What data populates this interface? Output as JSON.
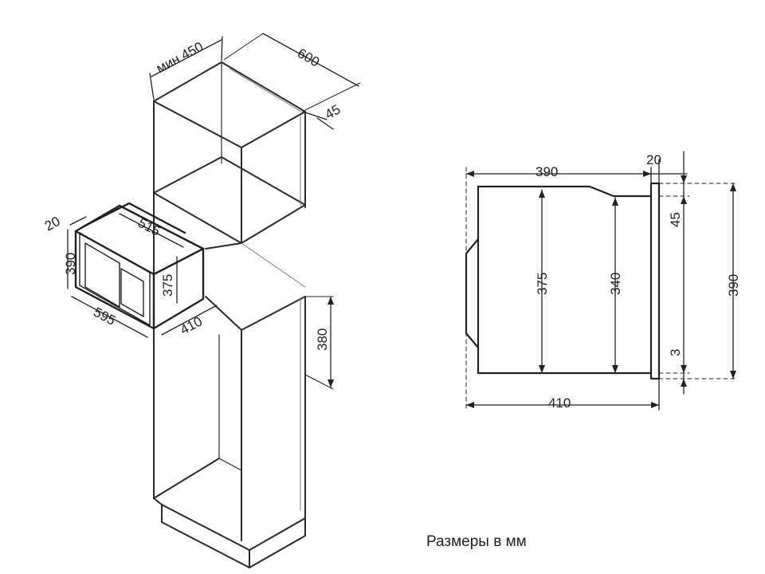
{
  "caption": "Размеры в мм",
  "cabinet_dims": {
    "min_depth": "мин 450",
    "width": "600",
    "panel": "45",
    "niche_height": "380",
    "niche_depth": "410"
  },
  "oven_dims": {
    "front": "20",
    "height": "390",
    "inner_width": "515",
    "width": "595",
    "inner_height": "375"
  },
  "side_dims": {
    "body_depth": "390",
    "front": "20",
    "total_depth": "410",
    "h375": "375",
    "h340": "340",
    "h45": "45",
    "h390": "390",
    "h3": "3"
  }
}
